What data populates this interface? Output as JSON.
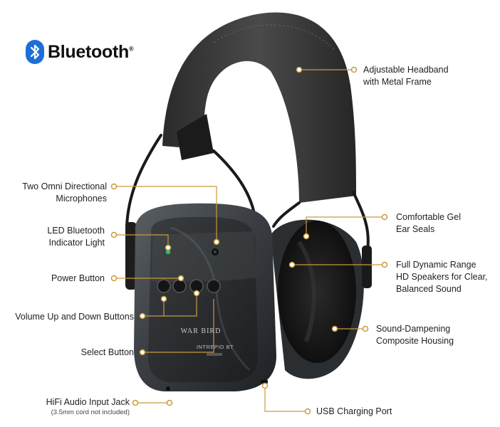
{
  "brand": {
    "bluetooth_wordmark": "Bluetooth",
    "registered_mark": "®",
    "bluetooth_color": "#1d6fd8"
  },
  "product_print": {
    "brand_mark": "WAR BIRD",
    "model": "INTREPID BT"
  },
  "callout_color": "#c89a3e",
  "callouts_left": [
    {
      "id": "microphones",
      "lines": [
        "Two Omni Directional",
        "Microphones"
      ]
    },
    {
      "id": "led-indicator",
      "lines": [
        "LED Bluetooth",
        "Indicator Light"
      ]
    },
    {
      "id": "power-button",
      "lines": [
        "Power Button"
      ]
    },
    {
      "id": "volume-buttons",
      "lines": [
        "Volume Up and Down Buttons"
      ]
    },
    {
      "id": "select-button",
      "lines": [
        "Select Button"
      ]
    },
    {
      "id": "hifi-jack",
      "lines": [
        "HiFi Audio Input Jack"
      ],
      "note": "(3.5mm cord not included)"
    }
  ],
  "callouts_right": [
    {
      "id": "headband",
      "lines": [
        "Adjustable Headband",
        "with Metal Frame"
      ]
    },
    {
      "id": "ear-seals",
      "lines": [
        "Comfortable Gel",
        "Ear Seals"
      ]
    },
    {
      "id": "speakers",
      "lines": [
        "Full Dynamic Range",
        "HD Speakers for Clear,",
        "Balanced Sound"
      ]
    },
    {
      "id": "housing",
      "lines": [
        "Sound-Dampening",
        "Composite Housing"
      ]
    },
    {
      "id": "usb-port",
      "lines": [
        "USB Charging Port"
      ]
    }
  ]
}
